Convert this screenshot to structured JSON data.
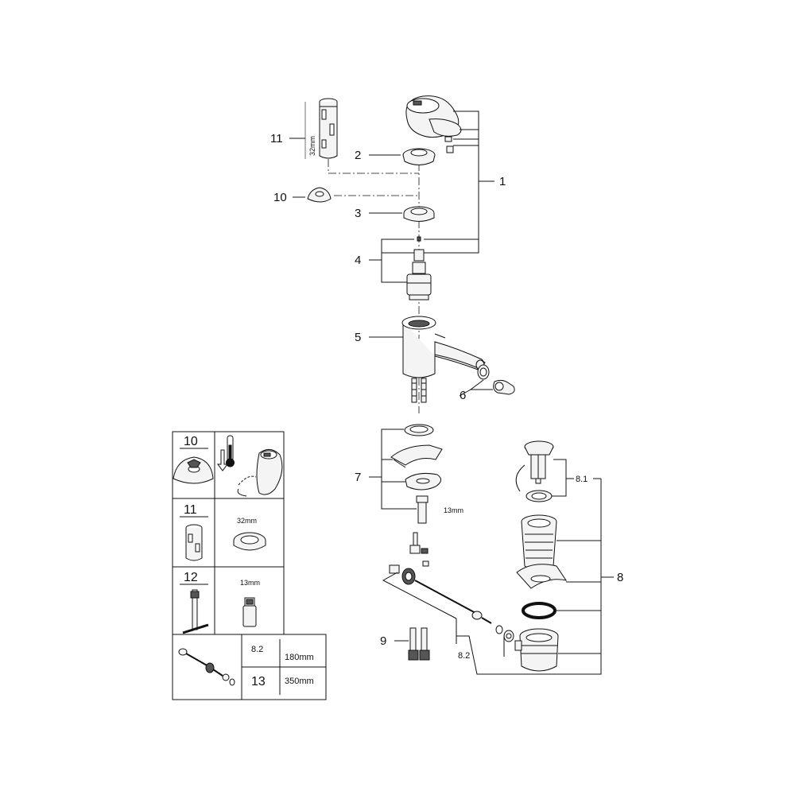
{
  "callouts": {
    "c1": "1",
    "c2": "2",
    "c3": "3",
    "c4": "4",
    "c5": "5",
    "c6": "6",
    "c7": "7",
    "c8": "8",
    "c8_1": "8.1",
    "c8_2": "8.2",
    "c9": "9",
    "c10": "10",
    "c11": "11"
  },
  "dims": {
    "tool_32": "32mm",
    "cap_13": "13mm"
  },
  "table": {
    "r10": "10",
    "r11": "11",
    "r11_dim": "32mm",
    "r12": "12",
    "r12_dim": "13mm",
    "r13_a": "8.2",
    "r13_a_len": "180mm",
    "r13_b": "13",
    "r13_b_len": "350mm"
  },
  "icons": {
    "temperature": "thermometer-icon",
    "handle": "lever-handle-icon"
  }
}
